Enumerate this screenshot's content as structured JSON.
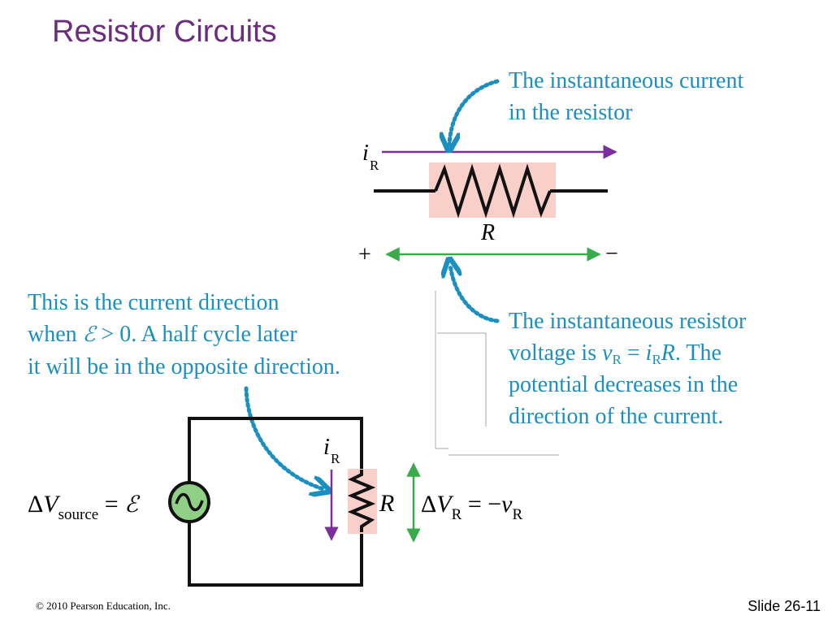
{
  "slide": {
    "title": "Resistor Circuits",
    "number_label": "Slide 26-11",
    "copyright": "© 2010 Pearson Education, Inc."
  },
  "captions": {
    "current": {
      "line1": "The instantaneous current",
      "line2": "in the resistor"
    },
    "direction": {
      "line1": "This is the current direction",
      "line2_pre": "when ",
      "line2_emf": "ℰ",
      "line2_post": " > 0. A half cycle later",
      "line3": "it will be in the opposite direction."
    },
    "voltage": {
      "line1": "The instantaneous resistor",
      "line2_pre": "voltage is ",
      "line2_v": "v",
      "line2_vsub": "R",
      "line2_eq": " = ",
      "line2_i": "i",
      "line2_isub": "R",
      "line2_R": "R",
      "line2_post": ". The",
      "line3": "potential decreases in the",
      "line4": "direction of the current."
    }
  },
  "diagram_top": {
    "current_symbol": "i",
    "current_sub": "R",
    "resistor_label": "R",
    "plus": "+",
    "minus": "−"
  },
  "diagram_bottom": {
    "source_delta": "Δ",
    "source_V": "V",
    "source_sub": "source",
    "source_eq": " = ",
    "source_emf": "ℰ",
    "current_symbol": "i",
    "current_sub": "R",
    "resistor_label": "R",
    "vr_delta": "Δ",
    "vr_V": "V",
    "vr_sub": "R",
    "vr_eq": " = −",
    "vr_v": "v",
    "vr_vsub": "R"
  },
  "colors": {
    "title": "#6b2d7e",
    "caption": "#1a8fc0",
    "current_arrow": "#7b2f9e",
    "voltage_arrow": "#3aab4a",
    "resistor_fill": "#f9cfc9",
    "source_fill": "#8fcf86"
  }
}
